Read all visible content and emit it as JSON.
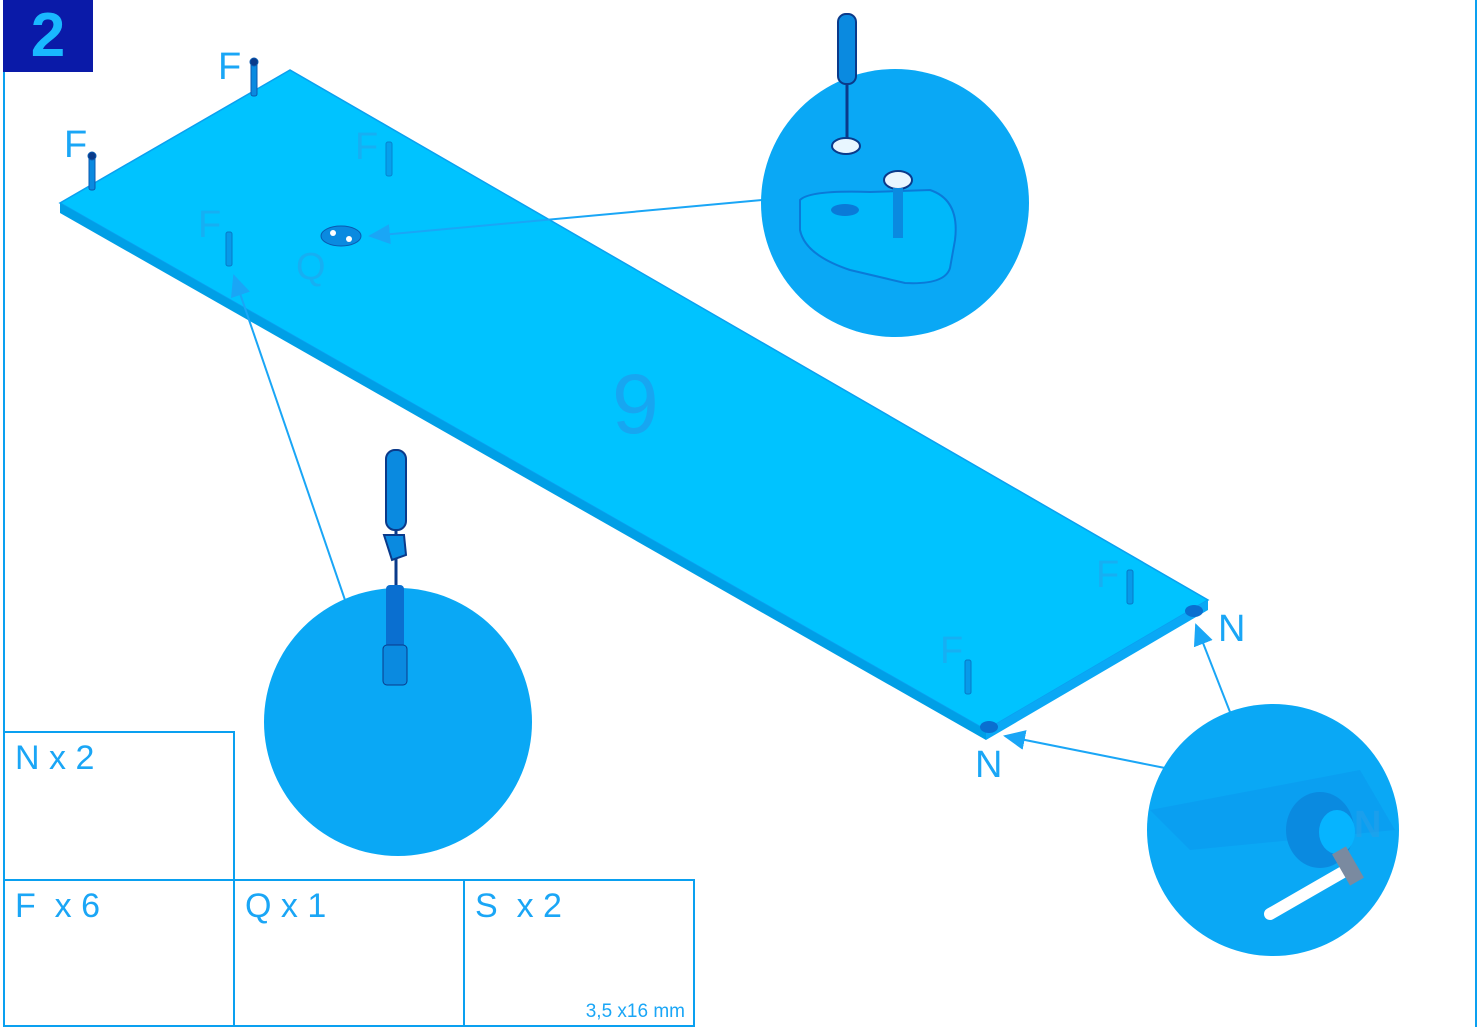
{
  "step": {
    "number": "2"
  },
  "panel": {
    "label": "9"
  },
  "markers": {
    "f1": "F",
    "f2": "F",
    "f3": "F",
    "f4": "F",
    "f5": "F",
    "f6": "F",
    "q": "Q",
    "n1": "N",
    "n2": "N",
    "n_detail": "N"
  },
  "parts": [
    {
      "id": "N",
      "label": "N x 2"
    },
    {
      "id": "F",
      "label": "F  x 6"
    },
    {
      "id": "Q",
      "label": "Q x 1"
    },
    {
      "id": "S",
      "label": "S  x 2",
      "dims": "3,5 x16 mm"
    }
  ],
  "colors": {
    "panel_top": "#00c3ff",
    "panel_edge": "#009fe6",
    "detail_circle": "#0aa8f5",
    "outline": "#0aa0f0",
    "badge": "#0a1aa8"
  }
}
